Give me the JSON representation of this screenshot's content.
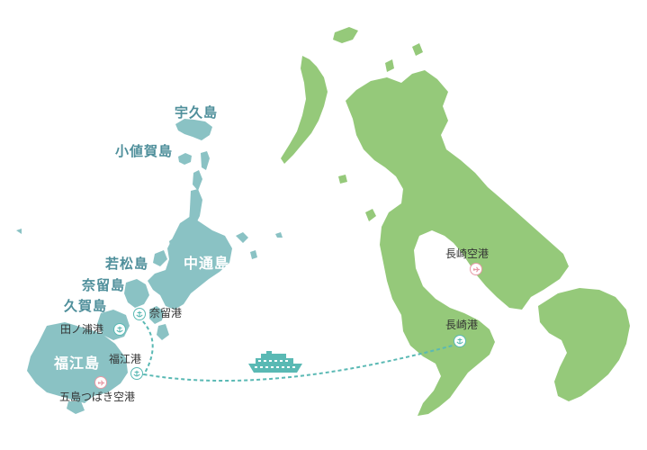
{
  "colors": {
    "goto_islands": "#8ac2c4",
    "nagasaki_mainland": "#95c97a",
    "route": "#5ab9b4",
    "port_marker": "#5ab9b4",
    "airport_marker": "#e89aa6",
    "island_label": "#4f8f9b",
    "place_label": "#333333"
  },
  "islands": {
    "ukushima": "宇久島",
    "ojika": "小値賀島",
    "wakamatsu": "若松島",
    "nakadori": "中通島",
    "naru": "奈留島",
    "hisaka": "久賀島",
    "fukue": "福江島"
  },
  "places": {
    "naru_port": "奈留港",
    "tanoura_port": "田ノ浦港",
    "fukue_port": "福江港",
    "goto_airport": "五島つばき空港",
    "nagasaki_airport": "長崎空港",
    "nagasaki_port": "長崎港"
  },
  "icons": {
    "port": "anchor-icon",
    "airport": "airplane-icon",
    "ferry": "ferry-icon"
  }
}
